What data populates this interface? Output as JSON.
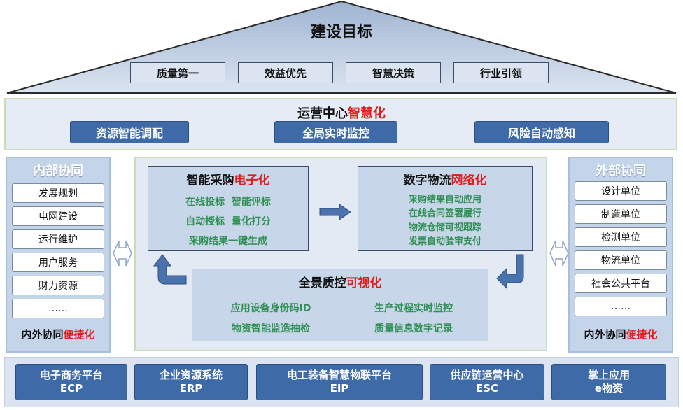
{
  "roof": {
    "title": "建设目标",
    "goals": [
      "质量第一",
      "效益优先",
      "智慧决策",
      "行业引领"
    ]
  },
  "ops": {
    "title_prefix": "运营中心",
    "title_highlight": "智慧化",
    "buttons": [
      "资源智能调配",
      "全局实时监控",
      "风险自动感知"
    ]
  },
  "left_panel": {
    "title": "内部协同",
    "items": [
      "发展规划",
      "电网建设",
      "运行维护",
      "用户服务",
      "财力资源",
      "……"
    ],
    "footer_prefix": "内外协同",
    "footer_highlight": "便捷化"
  },
  "right_panel": {
    "title": "外部协同",
    "items": [
      "设计单位",
      "制造单位",
      "检测单位",
      "物流单位",
      "社会公共平台",
      "……"
    ],
    "footer_prefix": "内外协同",
    "footer_highlight": "便捷化"
  },
  "procurement": {
    "title_prefix": "智能采购",
    "title_highlight": "电子化",
    "lines": [
      "在线投标  智能评标",
      "自动授标  量化打分",
      "采购结果一键生成"
    ]
  },
  "logistics": {
    "title_prefix": "数字物流",
    "title_highlight": "网络化",
    "lines": [
      "采购结果自动应用",
      "在线合同签署履行",
      "物流仓储可视跟踪",
      "发票自动验审支付"
    ]
  },
  "quality": {
    "title_prefix": "全景质控",
    "title_highlight": "可视化",
    "lines": [
      "应用设备身份码ID",
      "生产过程实时监控",
      "物资智能监造抽检",
      "质量信息数字记录"
    ]
  },
  "platforms": [
    {
      "name": "电子商务平台",
      "code": "ECP"
    },
    {
      "name": "企业资源系统",
      "code": "ERP"
    },
    {
      "name": "电工装备智慧物联平台",
      "code": "EIP"
    },
    {
      "name": "供应链运营中心",
      "code": "ESC"
    },
    {
      "name": "掌上应用",
      "code": "e物资"
    }
  ],
  "colors": {
    "accent_blue": "#3f6aa8",
    "highlight_red": "#e11b1b",
    "text_green": "#2f8f54"
  }
}
